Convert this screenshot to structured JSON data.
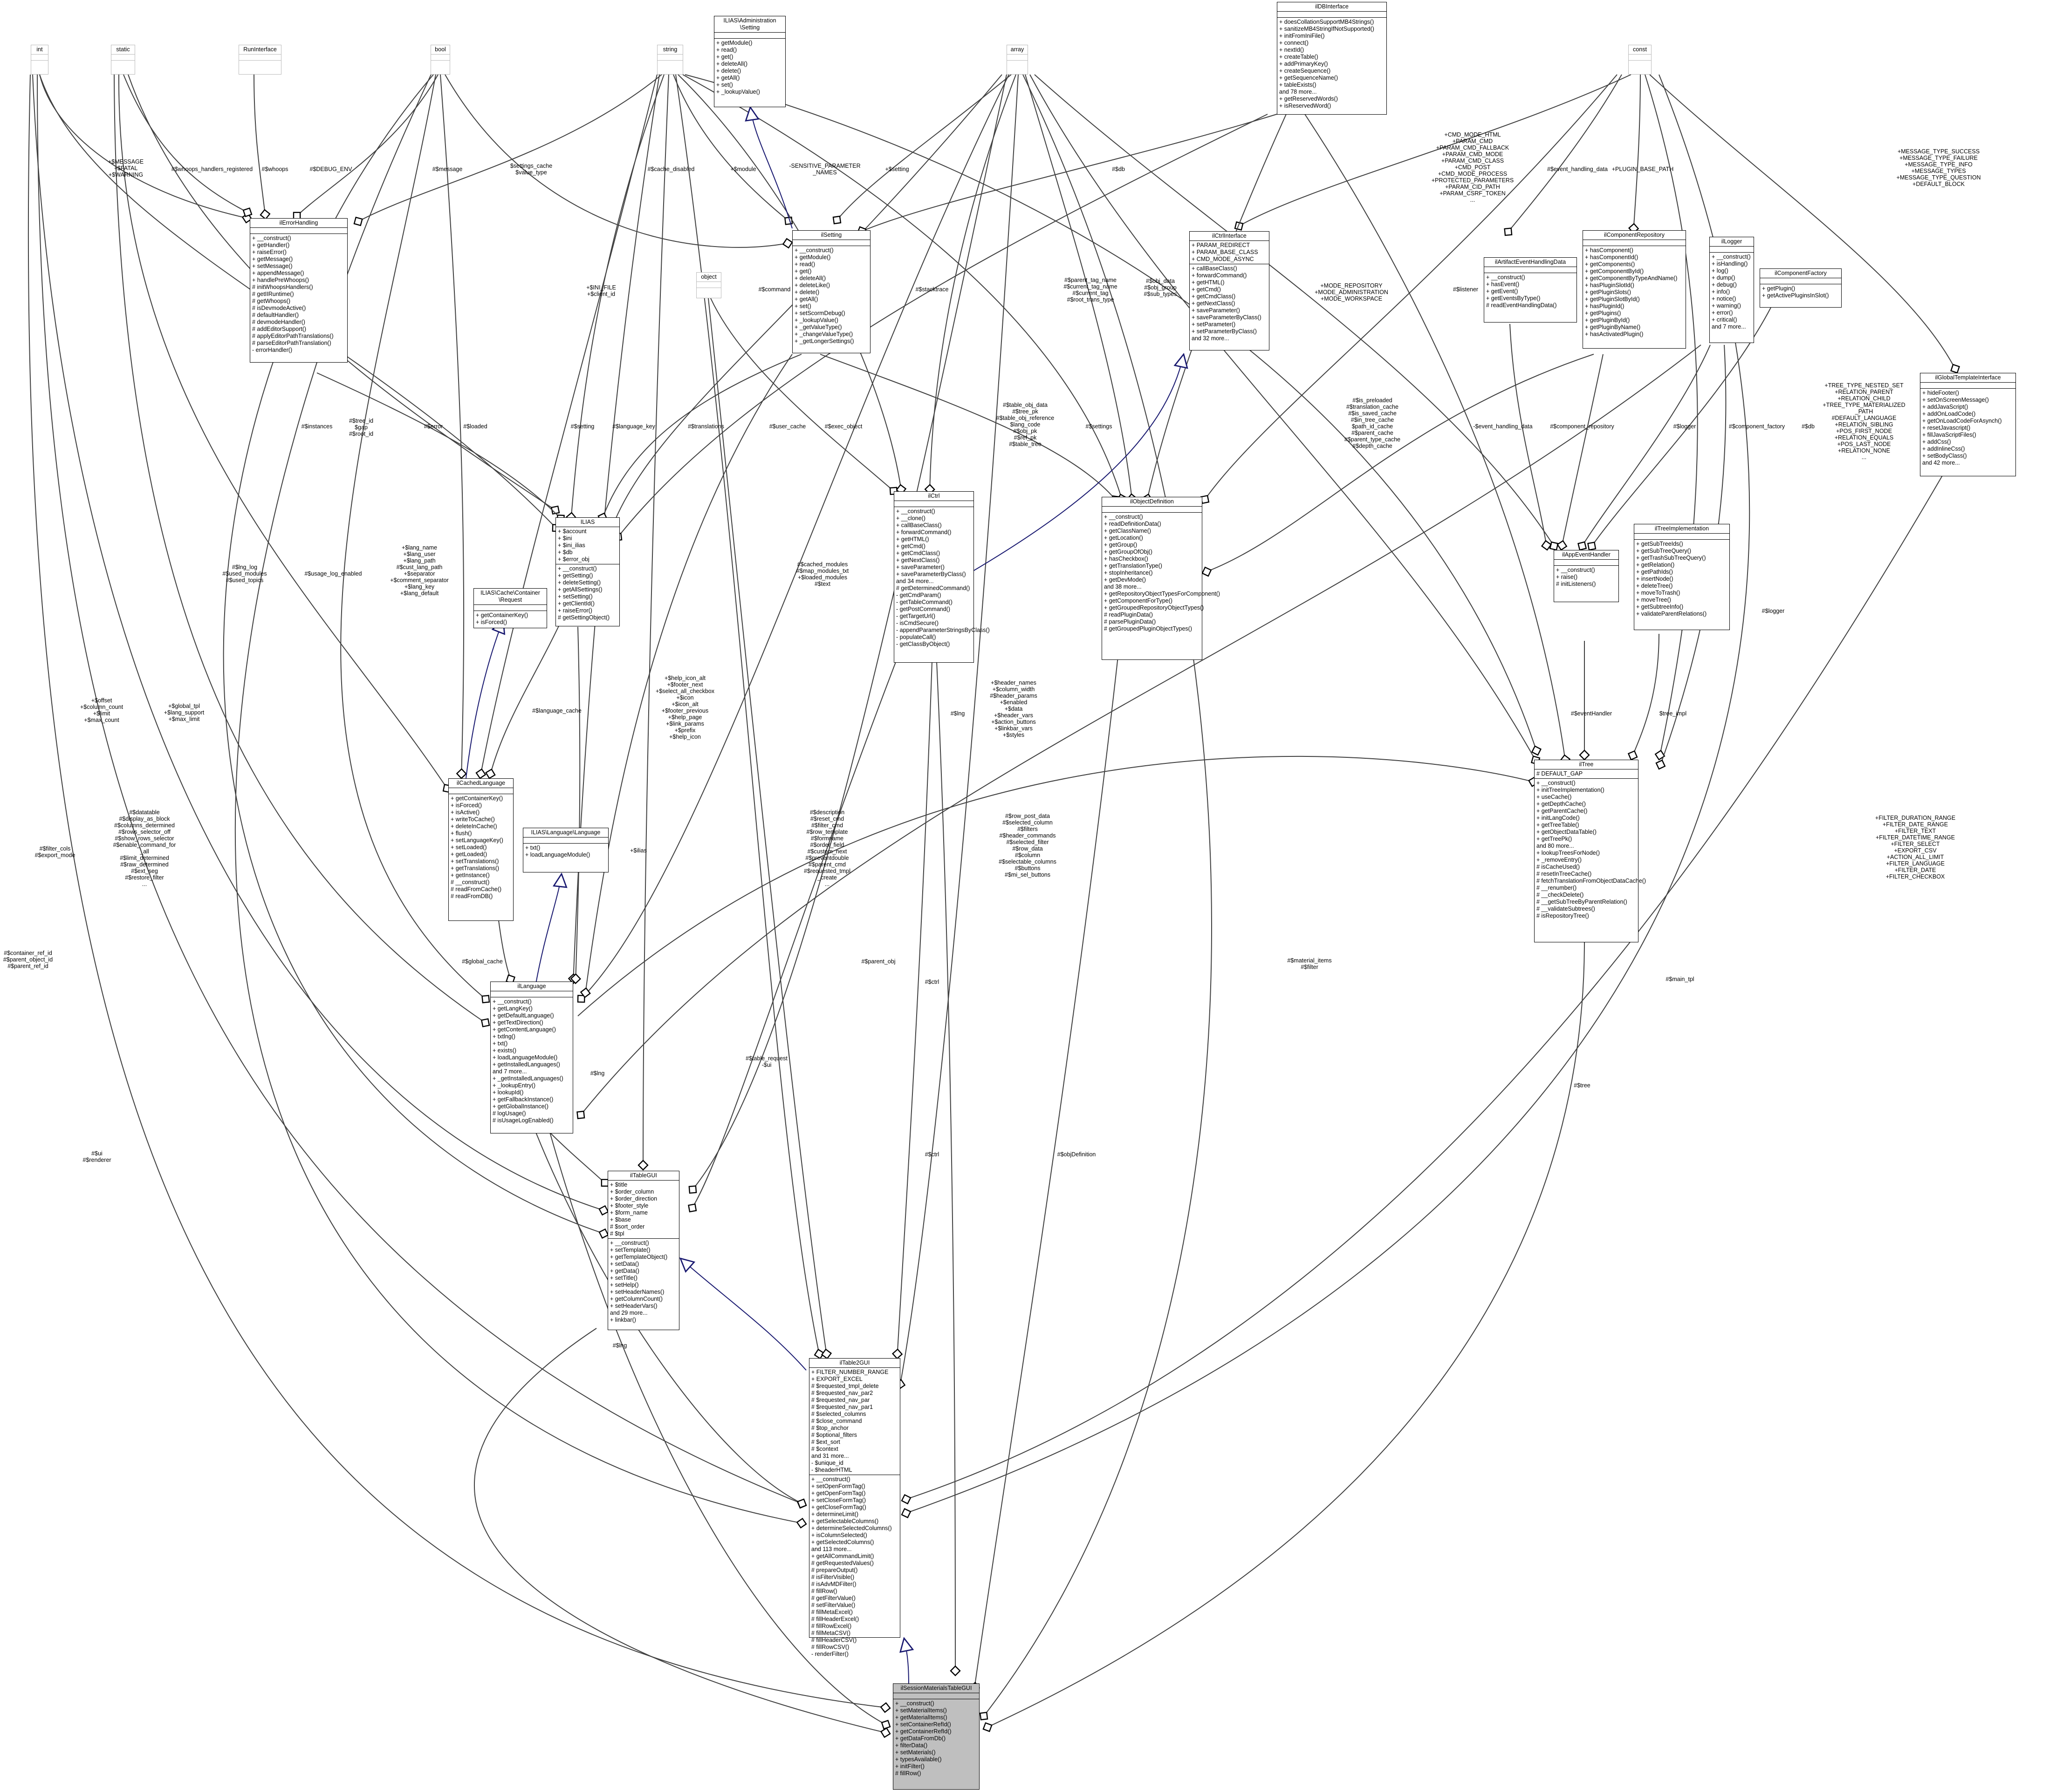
{
  "diagram": {
    "nodes": {
      "int": {
        "title": "int",
        "attrs": [],
        "ops": []
      },
      "static": {
        "title": "static",
        "attrs": [],
        "ops": []
      },
      "runinterface": {
        "title": "RunInterface",
        "attrs": [],
        "ops": []
      },
      "bool": {
        "title": "bool",
        "attrs": [],
        "ops": []
      },
      "string": {
        "title": "string",
        "attrs": [],
        "ops": []
      },
      "admin_setting": {
        "title": "ILIAS\\Administration\n\\Setting",
        "attrs": [],
        "ops": [
          "+ getModule()",
          "+ read()",
          "+ get()",
          "+ deleteAll()",
          "+ delete()",
          "+ getAll()",
          "+ set()",
          "+ _lookupValue()"
        ]
      },
      "array": {
        "title": "array",
        "attrs": [],
        "ops": []
      },
      "ildbinterface": {
        "title": "ilDBInterface",
        "attrs": [],
        "ops": [
          "+ doesCollationSupportMB4Strings()",
          "+ sanitizeMB4StringIfNotSupported()",
          "+ initFromIniFile()",
          "+ connect()",
          "+ nextId()",
          "+ createTable()",
          "+ addPrimaryKey()",
          "+ createSequence()",
          "+ getSequenceName()",
          "+ tableExists()",
          "and 78 more...",
          "+ getReservedWords()",
          "+ isReservedWord()"
        ]
      },
      "const": {
        "title": "const",
        "attrs": [],
        "ops": []
      },
      "ilerrorhandling": {
        "title": "ilErrorHandling",
        "attrs": [],
        "ops": [
          "+ __construct()",
          "+ getHandler()",
          "+ raiseError()",
          "+ getMessage()",
          "+ setMessage()",
          "+ appendMessage()",
          "+ handlePreWhoops()",
          "# initWhoopsHandlers()",
          "# getIIRuntime()",
          "# getWhoops()",
          "# isDevmodeActive()",
          "# defaultHandler()",
          "# devmodeHandler()",
          "# addEditorSupport()",
          "# applyEditorPathTranslations()",
          "# parseEditorPathTranslation()",
          "- errorHandler()"
        ]
      },
      "ilsetting": {
        "title": "ilSetting",
        "attrs": [],
        "ops": [
          "+ __construct()",
          "+ getModule()",
          "+ read()",
          "+ get()",
          "+ deleteAll()",
          "+ deleteLike()",
          "+ delete()",
          "+ getAll()",
          "+ set()",
          "+ setScormDebug()",
          "+ _lookupValue()",
          "+ _getValueType()",
          "+ _changeValueType()",
          "+ _getLongerSettings()"
        ]
      },
      "object": {
        "title": "object",
        "attrs": [],
        "ops": []
      },
      "ilctrlinterface": {
        "title": "ilCtrlInterface",
        "attrs": [
          "+ PARAM_REDIRECT",
          "+ PARAM_BASE_CLASS",
          "+ CMD_MODE_ASYNC"
        ],
        "ops": [
          "+ callBaseClass()",
          "+ forwardCommand()",
          "+ getHTML()",
          "+ getCmd()",
          "+ getCmdClass()",
          "+ getNextClass()",
          "+ saveParameter()",
          "+ saveParameterByClass()",
          "+ setParameter()",
          "+ setParameterByClass()",
          "and 32 more..."
        ]
      },
      "ilartifacteventhandlingdata": {
        "title": "ilArtifactEventHandlingData",
        "attrs": [],
        "ops": [
          "+ __construct()",
          "+ hasEvent()",
          "+ getEvent()",
          "+ getEventsByType()",
          "# readEventHandlingData()"
        ]
      },
      "ilcomponentrepository": {
        "title": "ilComponentRepository",
        "attrs": [],
        "ops": [
          "+ hasComponent()",
          "+ hasComponentId()",
          "+ getComponents()",
          "+ getComponentById()",
          "+ getComponentByTypeAndName()",
          "+ hasPluginSlotId()",
          "+ getPluginSlots()",
          "+ getPluginSlotById()",
          "+ hasPluginId()",
          "+ getPlugins()",
          "+ getPluginById()",
          "+ getPluginByName()",
          "+ hasActivatedPlugin()"
        ]
      },
      "illogger": {
        "title": "ilLogger",
        "attrs": [],
        "ops": [
          "+ __construct()",
          "+ isHandling()",
          "+ log()",
          "+ dump()",
          "+ debug()",
          "+ info()",
          "+ notice()",
          "+ warning()",
          "+ error()",
          "+ critical()",
          "and 7 more..."
        ]
      },
      "ilcomponentfactory": {
        "title": "ilComponentFactory",
        "attrs": [],
        "ops": [
          "+ getPlugin()",
          "+ getActivePluginsInSlot()"
        ]
      },
      "ilglobaltemplateinterface": {
        "title": "ilGlobalTemplateInterface",
        "attrs": [],
        "ops": [
          "+ hideFooter()",
          "+ setOnScreenMessage()",
          "+ addJavaScript()",
          "+ addOnLoadCode()",
          "+ getOnLoadCodeForAsynch()",
          "+ resetJavascript()",
          "+ fillJavaScriptFiles()",
          "+ addCss()",
          "+ addInlineCss()",
          "+ setBodyClass()",
          "and 42 more..."
        ]
      },
      "ilias": {
        "title": "ILIAS",
        "attrs": [
          "+ $account",
          "+ $ini",
          "+ $ini_ilias",
          "+ $db",
          "+ $error_obj"
        ],
        "ops": [
          "+ __construct()",
          "+ getSetting()",
          "+ deleteSetting()",
          "+ getAllSettings()",
          "+ setSetting()",
          "+ getClientId()",
          "+ raiseError()",
          "# getSettingObject()"
        ]
      },
      "cachercontainer": {
        "title": "ILIAS\\Cache\\Container\n\\Request",
        "attrs": [],
        "ops": [
          "+ getContainerKey()",
          "+ isForced()"
        ]
      },
      "ilctrl": {
        "title": "ilCtrl",
        "attrs": [],
        "ops": [
          "+ __construct()",
          "+ __clone()",
          "+ callBaseClass()",
          "+ forwardCommand()",
          "+ getHTML()",
          "+ getCmd()",
          "+ getCmdClass()",
          "+ getNextClass()",
          "+ saveParameter()",
          "+ saveParameterByClass()",
          "and 34 more...",
          "# getDeterminedCommand()",
          "- getCmdParam()",
          "- getTableCommand()",
          "- getPostCommand()",
          "- getTargetUrl()",
          "- isCmdSecure()",
          "- appendParameterStringsByClass()",
          "- populateCall()",
          "- getClassByObject()"
        ]
      },
      "ilobjectdefinition": {
        "title": "ilObjectDefinition",
        "attrs": [],
        "ops": [
          "+ __construct()",
          "+ readDefinitionData()",
          "+ getClassName()",
          "+ getLocation()",
          "+ getGroup()",
          "+ getGroupOfObj()",
          "+ hasCheckbox()",
          "+ getTranslationType()",
          "+ stopInheritance()",
          "+ getDevMode()",
          "and 38 more...",
          "+ getRepositoryObjectTypesForComponent()",
          "+ getComponentForType()",
          "+ getGroupedRepositoryObjectTypes()",
          "# readPluginData()",
          "# parsePluginData()",
          "# getGroupedPluginObjectTypes()"
        ]
      },
      "ilappeventhandler": {
        "title": "ilAppEventHandler",
        "attrs": [],
        "ops": [
          "+ __construct()",
          "+ raise()",
          "# initListeners()"
        ]
      },
      "iltreeimplementation": {
        "title": "ilTreeImplementation",
        "attrs": [],
        "ops": [
          "+ getSubTreeIds()",
          "+ getSubTreeQuery()",
          "+ getTrashSubTreeQuery()",
          "+ getRelation()",
          "+ getPathIds()",
          "+ insertNode()",
          "+ deleteTree()",
          "+ moveToTrash()",
          "+ moveTree()",
          "+ getSubtreeInfo()",
          "+ validateParentRelations()"
        ]
      },
      "ilcachedlanguage": {
        "title": "ilCachedLanguage",
        "attrs": [],
        "ops": [
          "+ getContainerKey()",
          "+ isForced()",
          "+ isActive()",
          "+ writeToCache()",
          "+ deleteInCache()",
          "+ flush()",
          "+ setLanguageKey()",
          "+ setLoaded()",
          "+ getLoaded()",
          "+ setTranslations()",
          "+ getTranslations()",
          "+ getInstance()",
          "# __construct()",
          "# readFromCache()",
          "# readFromDB()"
        ]
      },
      "langlanguage": {
        "title": "ILIAS\\Language\\Language",
        "attrs": [],
        "ops": [
          "+ txt()",
          "+ loadLanguageModule()"
        ]
      },
      "iltree": {
        "title": "ilTree",
        "attrs": [
          "# DEFAULT_GAP"
        ],
        "ops": [
          "+ __construct()",
          "+ initTreeImplementation()",
          "+ useCache()",
          "+ getDepthCache()",
          "+ getParentCache()",
          "+ initLangCode()",
          "+ getTreeTable()",
          "+ getObjectDataTable()",
          "+ getTreePk()",
          "and 80 more...",
          "+ lookupTreesForNode()",
          "+ _removeEntry()",
          "# isCacheUsed()",
          "# resetInTreeCache()",
          "# fetchTranslationFromObjectDataCache()",
          "# __renumber()",
          "# __checkDelete()",
          "# __getSubTreeByParentRelation()",
          "# __validateSubtrees()",
          "# isRepositoryTree()"
        ]
      },
      "illanguage": {
        "title": "ilLanguage",
        "attrs": [],
        "ops": [
          "+ __construct()",
          "+ getLangKey()",
          "+ getDefaultLanguage()",
          "+ getTextDirection()",
          "+ getContentLanguage()",
          "+ txtlng()",
          "+ txt()",
          "+ exists()",
          "+ loadLanguageModule()",
          "+ getInstalledLanguages()",
          "and 7 more...",
          "+ _getInstalledLanguages()",
          "+ _lookupEntry()",
          "+ lookupId()",
          "+ getFallbackInstance()",
          "+ getGlobalInstance()",
          "# logUsage()",
          "# isUsageLogEnabled()"
        ]
      },
      "iltablegui": {
        "title": "ilTableGUI",
        "attrs": [
          "+ $title",
          "+ $order_column",
          "+ $order_direction",
          "+ $footer_style",
          "+ $form_name",
          "+ $base",
          "# $sort_order",
          "# $tpl"
        ],
        "ops": [
          "+ __construct()",
          "+ setTemplate()",
          "+ getTemplateObject()",
          "+ setData()",
          "+ getData()",
          "+ setTitle()",
          "+ setHelp()",
          "+ setHeaderNames()",
          "+ getColumnCount()",
          "+ setHeaderVars()",
          "and 29 more...",
          "+ linkbar()"
        ]
      },
      "iltable2gui": {
        "title": "ilTable2GUI",
        "attrs": [
          "+ FILTER_NUMBER_RANGE",
          "+ EXPORT_EXCEL",
          "# $requested_tmpl_delete",
          "# $requested_nav_par2",
          "# $requested_nav_par",
          "# $requested_nav_par1",
          "# $selected_columns",
          "# $close_command",
          "# $top_anchor",
          "# $optional_filters",
          "# $ext_sort",
          "# $context",
          "and 31 more...",
          "- $unique_id",
          "- $headerHTML"
        ],
        "ops": [
          "+ __construct()",
          "+ setOpenFormTag()",
          "+ getOpenFormTag()",
          "+ setCloseFormTag()",
          "+ getCloseFormTag()",
          "+ determineLimit()",
          "+ getSelectableColumns()",
          "+ determineSelectedColumns()",
          "+ isColumnSelected()",
          "+ getSelectedColumns()",
          "and 113 more...",
          "+ getAllCommandLimit()",
          "# getRequestedValues()",
          "# prepareOutput()",
          "# isFilterVisible()",
          "# isAdvMDFilter()",
          "# fillRow()",
          "# getFilterValue()",
          "# setFilterValue()",
          "# fillMetaExcel()",
          "# fillHeaderExcel()",
          "# fillRowExcel()",
          "# fillMetaCSV()",
          "# fillHeaderCSV()",
          "# fillRowCSV()",
          "- renderFilter()"
        ]
      },
      "ilsessionmaterialstablegui": {
        "title": "ilSessionMaterialsTableGUI",
        "attrs": [],
        "ops": [
          "+ __construct()",
          "+ setMaterialItems()",
          "+ getMaterialItems()",
          "+ setContainerRefId()",
          "+ getContainerRefId()",
          "+ getDataFromDb()",
          "+ filterData()",
          "+ setMaterials()",
          "+ typesAvailable()",
          "+ initFilter()",
          "# fillRow()"
        ]
      }
    },
    "edge_labels": {
      "e1": "+$MESSAGE\n+$FATAL\n+$WARNING",
      "e2": "#$whoops_handlers_registered",
      "e3": "#$whoops",
      "e4": "#$DEBUG_ENV",
      "e5": "#$message",
      "e6": "$settings_cache\n$value_type",
      "e7": "#$cache_disabled",
      "e8": "+$module",
      "e9": "-SENSITIVE_PARAMETER\n_NAMES",
      "e10": "+$setting",
      "e11": "#$db",
      "e12": "+CMD_MODE_HTML\n+PARAM_CMD\n+PARAM_CMD_FALLBACK\n+PARAM_CMD_MODE\n+PARAM_CMD_CLASS\n+CMD_POST\n+CMD_MODE_PROCESS\n+PROTECTED_PARAMETERS\n+PARAM_CID_PATH\n+PARAM_CSRF_TOKEN\n...",
      "e13": "#$event_handling_data",
      "e14": "+PLUGIN_BASE_PATH",
      "e15": "+MESSAGE_TYPE_SUCCESS\n+MESSAGE_TYPE_FAILURE\n+MESSAGE_TYPE_INFO\n+MESSAGE_TYPES\n+MESSAGE_TYPE_QUESTION\n+DEFAULT_BLOCK",
      "e16": "#$command",
      "e17": "#$stacktrace",
      "e18": "#$parent_tag_name\n#$current_tag_name\n#$current_tag\n#$root_trans_type",
      "e19": "#$obj_data\n#$obj_group\n#$sub_types",
      "e20": "+MODE_REPOSITORY\n+MODE_ADMINISTRATION\n+MODE_WORKSPACE",
      "e21": "#$listener",
      "e22": "+$INI_FILE\n+$client_id",
      "e23": "#$instances",
      "e24": "#$tree_id\n$gap\n#$root_id",
      "e25": "#$error",
      "e26": "#$loaded",
      "e27": "#$setting",
      "e28": "#$language_key",
      "e29": "#$translations",
      "e30": "#$user_cache",
      "e31": "#$exec_object",
      "e32": "#$settings",
      "e33": "#$table_obj_data\n#$tree_pk\n#$table_obj_reference\n$lang_code\n#$obj_pk\n#$ref_pk\n#$table_tree",
      "e34": "#$is_preloaded\n#$translation_cache\n#$is_saved_cache\n#$in_tree_cache\n$path_id_cache\n#$parent_cache\n#$parent_type_cache\n#$depth_cache",
      "e35": "-$event_handling_data",
      "e36": "#$component_repository",
      "e37": "#$logger",
      "e38": "#$component_factory",
      "e39": "+TREE_TYPE_NESTED_SET\n+RELATION_PARENT\n+RELATION_CHILD\n+TREE_TYPE_MATERIALIZED\n_PATH\n#DEFAULT_LANGUAGE\n+RELATION_SIBLING\n+POS_FIRST_NODE\n+RELATION_EQUALS\n+POS_LAST_NODE\n+RELATION_NONE\n...",
      "e40": "#$db",
      "e41": "#$logger",
      "e42": "#$lng_log\n#$used_modules\n#$used_topics",
      "e43": "#$usage_log_enabled",
      "e44": "+$lang_name\n+$lang_user\n+$lang_path\n#$cust_lang_path\n+$separator\n+$comment_separator\n+$lang_key\n+$lang_default",
      "e45": "#$language_cache",
      "e46": "#$cached_modules\n#$map_modules_txt\n+$loaded_modules\n#$text",
      "e47": "+$offset\n+$column_count\n+$limit\n+$max_count",
      "e48": "+$global_tpl\n+$lang_support\n+$max_limit",
      "e49": "+$help_icon_alt\n+$footer_next\n+$select_all_checkbox\n+$icon\n+$icon_alt\n+$footer_previous\n+$help_page\n+$link_params\n+$prefix\n+$help_icon",
      "e50": "+$header_names\n+$column_width\n#$header_params\n+$enabled\n+$data\n+$header_vars\n+$action_buttons\n+$linkbar_vars\n+$styles",
      "e51": "#$lng",
      "e52": "#$eventHandler",
      "e53": "$tree_impl",
      "e54": "#$global_cache",
      "e55": "+$ilias",
      "e56": "#$datatable\n#$display_as_block\n#$columns_determined\n#$rows_selector_off\n#$show_rows_selector\n#$enable_command_for\n_all\n#$limit_determined\n#$raw_determined\n#$ext_seg\n#$restore_filter\n...",
      "e57": "#$filter_cols\n#$export_mode",
      "e58": "#$description\n#$reset_cmd\n#$filter_cmd\n#$row_template\n#$formname\n#$order_field\n#$custom_next\n#$preventdouble\n#$parent_cmd\n#$requested_tmpl\n_create\n...",
      "e59": "#$row_post_data\n#$selected_column\n#$filters\n#$header_commands\n#$selected_filter\n#$row_data\n#$column\n#$selectable_columns\n#$buttons\n#$mi_sel_buttons",
      "e60": "#$parent_obj",
      "e61": "#$ctrl",
      "e62": "#$lng",
      "e63": "#$main_tpl",
      "e64": "+FILTER_DURATION_RANGE\n+FILTER_DATE_RANGE\n+FILTER_TEXT\n+FILTER_DATETIME_RANGE\n+FILTER_SELECT\n+EXPORT_CSV\n+ACTION_ALL_LIMIT\n+FILTER_LANGUAGE\n+FILTER_DATE\n+FILTER_CHECKBOX",
      "e65": "#$table_request\n-$ui",
      "e66": "#$objDefinition",
      "e67": "#$material_items\n#$filter",
      "e68": "#$tree",
      "e69": "#$ctrl",
      "e70": "#$container_ref_id\n#$parent_object_id\n#$parent_ref_id",
      "e71": "#$ui\n#$renderer",
      "e72": "#$lng",
      "e73": "#$tree"
    }
  }
}
